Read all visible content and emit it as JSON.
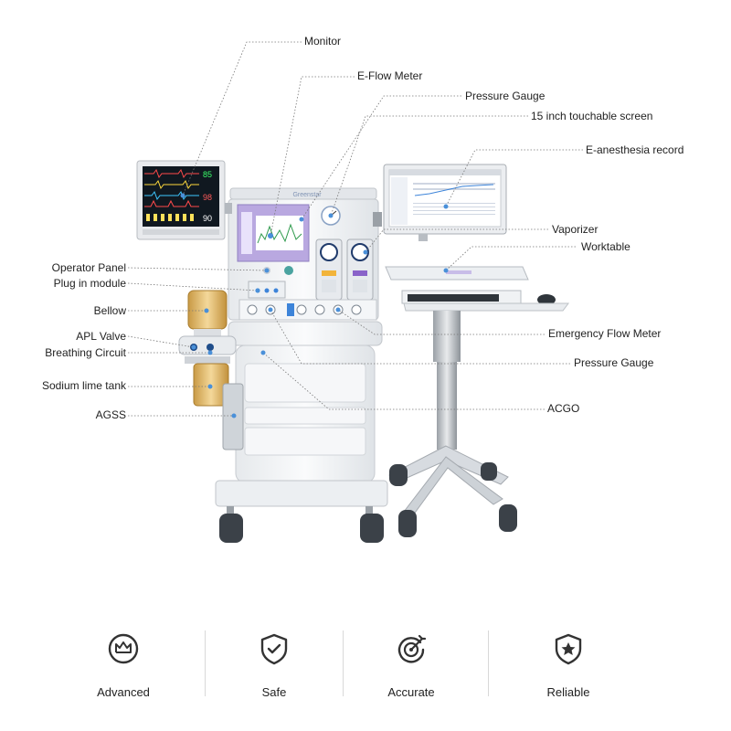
{
  "labels": {
    "monitor": "Monitor",
    "eflow": "E-Flow Meter",
    "pressure_gauge_top": "Pressure Gauge",
    "touch_screen": "15 inch touchable screen",
    "e_record": "E-anesthesia record",
    "vaporizer": "Vaporizer",
    "worktable": "Worktable",
    "operator_panel": "Operator Panel",
    "plugin_module": "Plug in module",
    "bellow": "Bellow",
    "apl_valve": "APL Valve",
    "breathing_circuit": "Breathing Circuit",
    "sodium_lime": "Sodium lime tank",
    "agss": "AGSS",
    "emergency_flow": "Emergency Flow Meter",
    "pressure_gauge_bottom": "Pressure Gauge",
    "acgo": "ACGO"
  },
  "brand_text": "Greenstar",
  "monitor_readouts": [
    "85",
    "98",
    "90"
  ],
  "features": [
    {
      "label": "Advanced",
      "icon": "crown-icon"
    },
    {
      "label": "Safe",
      "icon": "shield-check-icon"
    },
    {
      "label": "Accurate",
      "icon": "target-icon"
    },
    {
      "label": "Reliable",
      "icon": "shield-star-icon"
    }
  ],
  "colors": {
    "accent": "#4a90d9",
    "machine": "#f1f3f5",
    "screen": "#b9a8e0",
    "leader": "#777777",
    "icon": "#333333"
  }
}
